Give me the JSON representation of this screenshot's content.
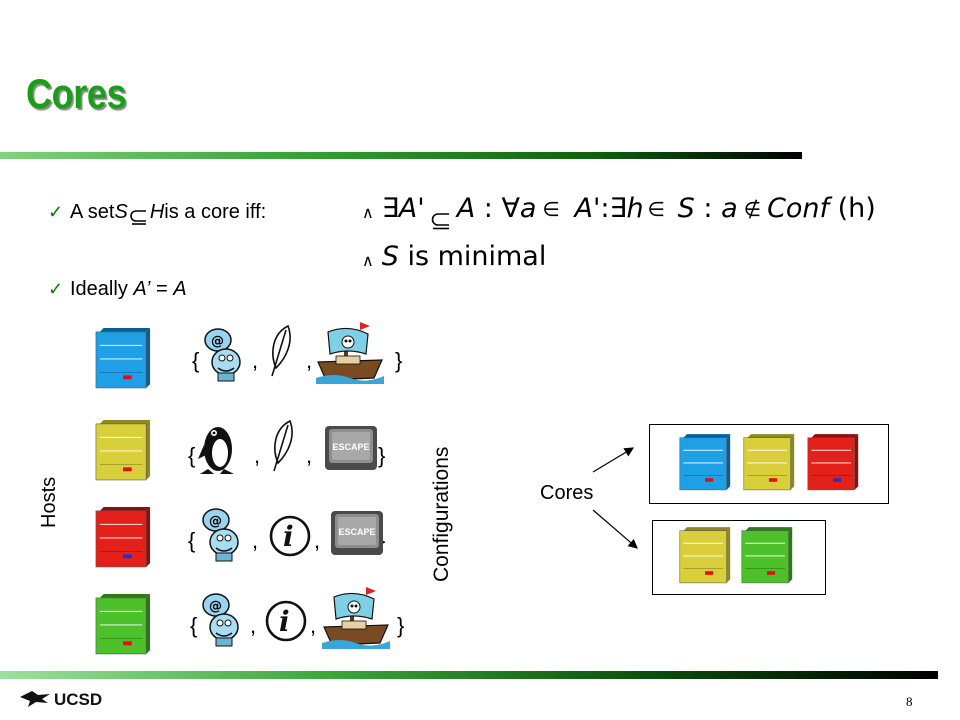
{
  "slide": {
    "title": "Cores",
    "page_number": "8",
    "logo_text": "UCSD"
  },
  "bullets": [
    {
      "pre": "A set ",
      "s": "S",
      "h": "H",
      "mid": " is a core iff:"
    },
    {
      "pre": "Ideally ",
      "a_prime": "A’",
      "eq": " = ",
      "a": "A"
    }
  ],
  "formula": {
    "line1": {
      "exists": "∃",
      "a_prime": "A'",
      "a": "A",
      "colon": " : ",
      "forall": "∀",
      "a_small": "a",
      "in": "∈",
      "a_prime2": " A'",
      "colon2": ":",
      "exists2": "∃",
      "h": "h",
      "in2": "∈",
      "s": " S",
      "colon3": " : ",
      "a_small2": "a",
      "notin": "∉",
      "conf": "Conf",
      "paren": " (h)"
    },
    "line2": {
      "s": "S",
      "rest": " is minimal"
    }
  },
  "labels": {
    "hosts": "Hosts",
    "configurations": "Configurations",
    "cores": "Cores"
  },
  "hosts": [
    {
      "color": "blue",
      "body": "#1e9fe6",
      "dark": "#0a5f96",
      "led": "red"
    },
    {
      "color": "yellow",
      "body": "#d9cf3a",
      "dark": "#8f8820",
      "led": "red"
    },
    {
      "color": "red",
      "body": "#e3201a",
      "dark": "#8f0e0a",
      "led": "blue"
    },
    {
      "color": "green",
      "body": "#4cc12a",
      "dark": "#2b7a15",
      "led": "red"
    }
  ],
  "configurations": [
    [
      "email-app-icon",
      "feather-icon",
      "pirate-ship-icon"
    ],
    [
      "linux-penguin-icon",
      "feather-icon",
      "escape-key-icon"
    ],
    [
      "email-app-icon",
      "info-icon",
      "escape-key-icon"
    ],
    [
      "email-app-icon",
      "info-icon",
      "pirate-ship-icon"
    ]
  ],
  "punctuation": {
    "open": "{",
    "close": "}",
    "comma": ","
  },
  "escape_key_text": "ESCAPE",
  "cores": [
    [
      "blue",
      "yellow",
      "red"
    ],
    [
      "yellow",
      "green"
    ]
  ]
}
